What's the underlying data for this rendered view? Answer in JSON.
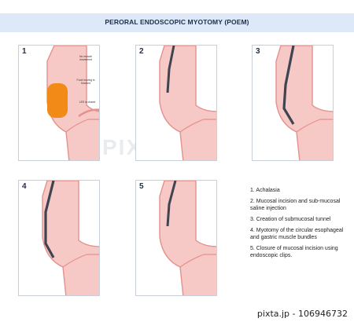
{
  "banner": {
    "title": "PERORAL ENDOSCOPIC MYOTOMY (POEM)"
  },
  "panels": [
    {
      "number": "1",
      "notes": [
        "No muscle movement",
        "Food moving is blocked",
        "LES is closed"
      ]
    },
    {
      "number": "2"
    },
    {
      "number": "3"
    },
    {
      "number": "4"
    },
    {
      "number": "5"
    }
  ],
  "legend": [
    "1. Achalasia",
    "2. Mucosal incision and sub-mucosal saline injection",
    "3. Creation of submucosal tunnel",
    "4. Myotomy of the circular esophageal and gastric muscle bundles",
    "5. Closure of mucosal incision using endoscopic clips."
  ],
  "watermark": "PIXTA",
  "footer": {
    "credit": "pixta.jp - 106946732"
  },
  "colors": {
    "tissue": "#f6c9c6",
    "wall": "#e6908c",
    "bolus": "#f28a17",
    "scope": "#3f4450",
    "banner": "#dde9f8"
  }
}
